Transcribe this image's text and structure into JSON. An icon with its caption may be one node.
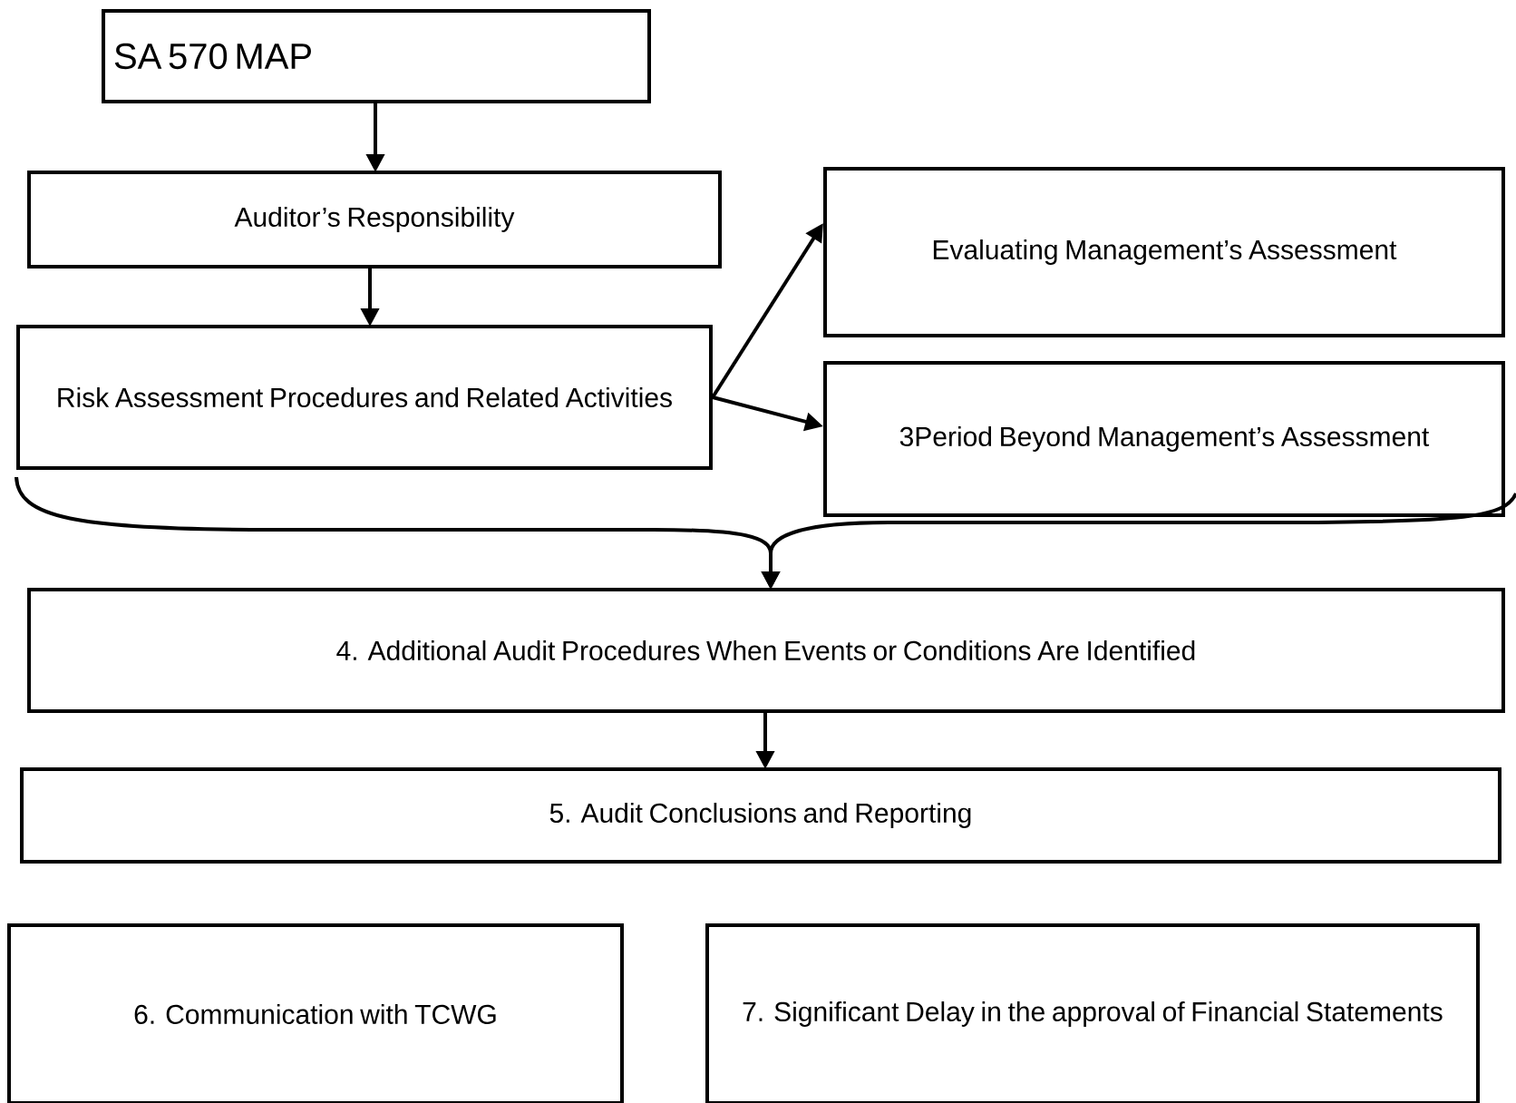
{
  "diagram": {
    "nodes": [
      {
        "text": [
          "SA 570 MAP"
        ]
      },
      {
        "text": [
          "Auditor’s Responsibility"
        ]
      },
      {
        "text": [
          "Risk Assessment Procedures and Related Activities"
        ]
      },
      {
        "text": [
          "Evaluating Management’s Assessment"
        ]
      },
      {
        "text": [
          "3Period Beyond Management’s Assessment"
        ]
      },
      {
        "text": [
          "4. Additional Audit Procedures When Events or Conditions Are Identified"
        ]
      },
      {
        "text": [
          "5. Audit Conclusions and Reporting"
        ]
      },
      {
        "text": [
          "6. Communication with TCWG"
        ]
      },
      {
        "text": [
          "7. Significant Delay in the approval of Financial Statements"
        ]
      }
    ],
    "edges": [
      {
        "from": 0,
        "to": 1,
        "arrow": "to"
      },
      {
        "from": 1,
        "to": 2,
        "arrow": "to"
      },
      {
        "from": 2,
        "to": 3,
        "arrow": "to"
      },
      {
        "from": 2,
        "to": 4,
        "arrow": "to"
      },
      {
        "from": 2,
        "to": 5,
        "arrow": "to"
      },
      {
        "from": 4,
        "to": 5,
        "arrow": "to"
      },
      {
        "from": 5,
        "to": 6,
        "arrow": "to"
      }
    ]
  }
}
